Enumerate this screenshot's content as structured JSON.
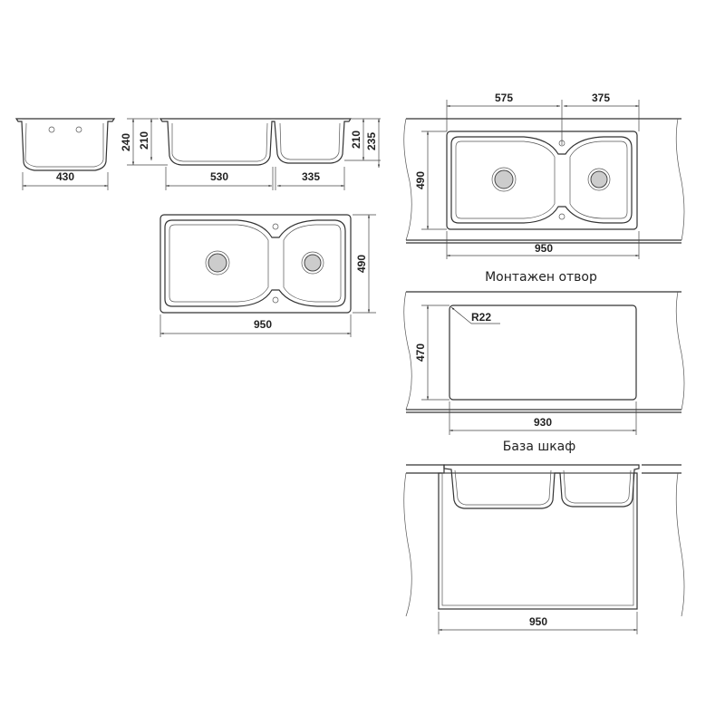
{
  "side_view_single": {
    "width_label": "430"
  },
  "side_view_double": {
    "depth_total_label": "240",
    "depth_left_label": "210",
    "left_width_label": "530",
    "right_width_label": "335",
    "depth_right_label": "210",
    "depth_right_total_label": "235"
  },
  "top_view": {
    "width_label": "950",
    "height_label": "490"
  },
  "installed_top_view": {
    "left_bowl_label": "575",
    "right_bowl_label": "375",
    "height_label": "490",
    "width_label": "950"
  },
  "cutout": {
    "title": "Монтажен отвор",
    "radius_label": "R22",
    "height_label": "470",
    "width_label": "930"
  },
  "cabinet": {
    "title": "База шкаф",
    "width_label": "950"
  }
}
